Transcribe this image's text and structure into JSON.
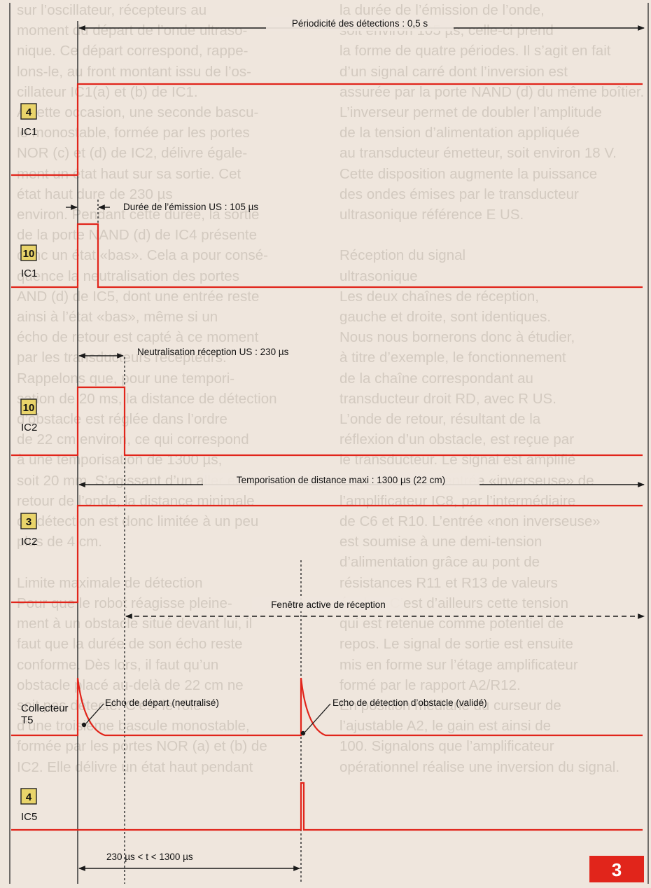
{
  "figure_number": "3",
  "colors": {
    "signal": "#e1251b",
    "arrow": "#1a1a1a",
    "pin_box": "#e9d46a",
    "background": "#efe6dd",
    "figure_tag": "#e1251b"
  },
  "traces": [
    {
      "pin": "4",
      "chip": "IC1"
    },
    {
      "pin": "10",
      "chip": "IC1"
    },
    {
      "pin": "10",
      "chip": "IC2"
    },
    {
      "pin": "3",
      "chip": "IC2"
    },
    {
      "pin": "",
      "chip": "Collecteur\nT5"
    },
    {
      "pin": "4",
      "chip": "IC5"
    }
  ],
  "annotations": {
    "period": "Périodicité des détections : 0,5 s",
    "emission": "Durée de l’émission US : 105 µs",
    "neutralisation": "Neutralisation réception US : 230 µs",
    "temporisation": "Temporisation de distance maxi : 1300 µs (22 cm)",
    "fenetre": "Fenêtre active de réception",
    "echo_depart": "Echo de départ (neutralisé)",
    "echo_detection": "Echo de détection d’obstacle (validé)",
    "window_ic5": "230 µs < t < 1300 µs"
  },
  "background_text": {
    "left": "sur l’oscillateur, récepteurs au\nmoment du départ de l’onde ultraso-\nnique. Ce départ correspond, rappe-\nlons-le, au front montant issu de l’os-\ncillateur IC1(a) et (b) de IC1.\nA cette occasion, une seconde bascu-\nle monostable, formée par les portes\nNOR (c) et (d) de IC2, délivre égale-\nment un état haut sur sa sortie. Cet\nétat haut dure de 230 µs\nenviron. Pendant cette durée, la sortie\nde la porte NAND (d) de IC4 présente\ndonc un état «bas». Cela a pour consé-\nquence la neutralisation des portes\nAND (d) de IC5, dont une entrée reste\nainsi à l’état «bas», même si un\nécho de retour est capté à ce moment\npar les transducteurs récepteurs.\nRappelons que, pour une tempori-\nsation de 20 ms, la distance de détection\nd’obstacle est réglée dans l’ordre\nde 22 cm environ, ce qui correspond\nà une temporisation de 1300 µs,\nsoit 20 mm. S’agissant d’un aller et\nretour de l’onde, la distance minimale\nde détection est donc limitée à un peu\nplus de 4 cm.\n\nLimite maximale de détection\nPour que le robot réagisse pleine-\nment à un obstacle situé devant lui, il\nfaut que la durée de son écho reste\nconforme. Dès lors, il faut qu’un\nobstacle placé au-delà de 22 cm ne\nsoit pas détecté. C’est le rôle\nd’une troisième bascule monostable,\nformée par les portes NOR (a) et (b) de\nIC2. Elle délivre un état haut pendant",
    "right": "la durée de l’émission de l’onde,\nsoit environ 105 µs, celle-ci prend\nla forme de quatre périodes. Il s’agit en fait\nd’un signal carré dont l’inversion est\nassurée par la porte NAND (d) du même boîtier.\nL’inverseur permet de doubler l’amplitude\nde la tension d’alimentation appliquée\nau transducteur émetteur, soit environ 18 V.\nCette disposition augmente la puissance\ndes ondes émises par le transducteur\nultrasonique référence E US.\n\nRéception du signal\nultrasonique\nLes deux chaînes de réception,\ngauche et droite, sont identiques.\nNous nous bornerons donc à étudier,\nà titre d’exemple, le fonctionnement\nde la chaîne correspondant au\ntransducteur droit RD, avec R US.\nL’onde de retour, résultant de la\nréflexion d’un obstacle, est reçue par\nle transducteur. Le signal est amplifié\net transmis sur l’entrée «inverseuse» de\nl’amplificateur IC8, par l’intermédiaire\nde C6 et R10. L’entrée «non inverseuse»\nest soumise à une demi-tension\nd’alimentation grâce au pont de\nrésistances R11 et R13 de valeurs\négales. C’est d’ailleurs cette tension\nqui est retenue comme potentiel de\nrepos. Le signal de sortie est ensuite\nmis en forme sur l’étage amplificateur\nformé par le rapport A2/R12.\nEn position médiane du curseur de\nl’ajustable A2, le gain est ainsi de\n100. Signalons que l’amplificateur\nopérationnel réalise une inversion du signal."
  }
}
